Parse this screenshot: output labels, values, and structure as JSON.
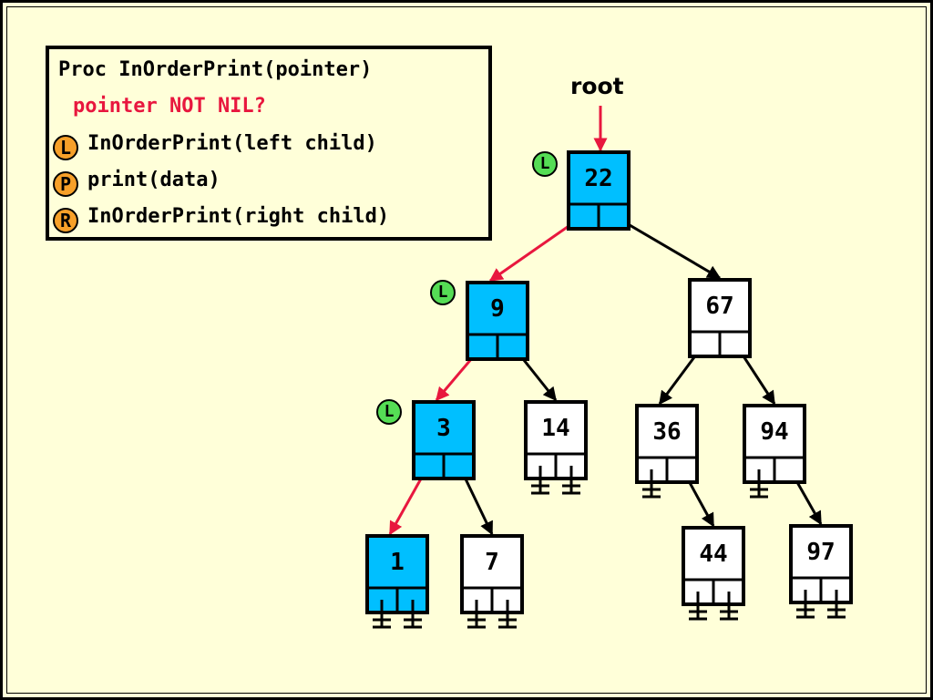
{
  "code": {
    "line1": "Proc InOrderPrint(pointer)",
    "line2": "pointer NOT NIL?",
    "line3": "InOrderPrint(left child)",
    "line4": "print(data)",
    "line5": "InOrderPrint(right child)",
    "badge_l": "L",
    "badge_p": "P",
    "badge_r": "R"
  },
  "root_label": "root",
  "step_badges": [
    "L",
    "L",
    "L"
  ],
  "nodes": [
    {
      "id": "n22",
      "value": "22",
      "highlighted": true
    },
    {
      "id": "n9",
      "value": "9",
      "highlighted": true
    },
    {
      "id": "n67",
      "value": "67",
      "highlighted": false
    },
    {
      "id": "n3",
      "value": "3",
      "highlighted": true
    },
    {
      "id": "n14",
      "value": "14",
      "highlighted": false
    },
    {
      "id": "n36",
      "value": "36",
      "highlighted": false
    },
    {
      "id": "n94",
      "value": "94",
      "highlighted": false
    },
    {
      "id": "n1",
      "value": "1",
      "highlighted": true
    },
    {
      "id": "n7",
      "value": "7",
      "highlighted": false
    },
    {
      "id": "n44",
      "value": "44",
      "highlighted": false
    },
    {
      "id": "n97",
      "value": "97",
      "highlighted": false
    }
  ],
  "edges": [
    {
      "from": "n22",
      "to": "n9",
      "side": "left",
      "active": true
    },
    {
      "from": "n22",
      "to": "n67",
      "side": "right",
      "active": false
    },
    {
      "from": "n9",
      "to": "n3",
      "side": "left",
      "active": true
    },
    {
      "from": "n9",
      "to": "n14",
      "side": "right",
      "active": false
    },
    {
      "from": "n67",
      "to": "n36",
      "side": "left",
      "active": false
    },
    {
      "from": "n67",
      "to": "n94",
      "side": "right",
      "active": false
    },
    {
      "from": "n3",
      "to": "n1",
      "side": "left",
      "active": true
    },
    {
      "from": "n3",
      "to": "n7",
      "side": "right",
      "active": false
    },
    {
      "from": "n36",
      "to": "n44",
      "side": "right",
      "active": false
    },
    {
      "from": "n94",
      "to": "n97",
      "side": "right",
      "active": false
    }
  ],
  "colors": {
    "background": "#ffffd9",
    "highlight_fill": "#00bfff",
    "active_edge": "#e8173e",
    "badge_orange": "#f7a029",
    "badge_green": "#55dd55"
  }
}
